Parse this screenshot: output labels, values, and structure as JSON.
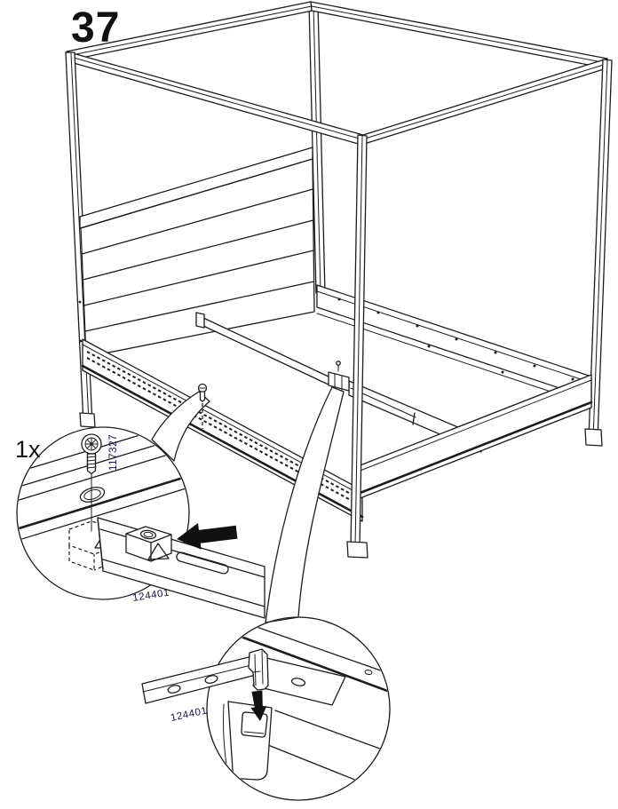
{
  "step_number": "37",
  "detail_screw": {
    "quantity": "1x",
    "part_number": "117327",
    "beam_part_number": "124401"
  },
  "detail_bracket": {
    "part_number": "124401"
  },
  "colors": {
    "line": "#1c1c1c",
    "arrow": "#111111",
    "background": "#ffffff"
  }
}
